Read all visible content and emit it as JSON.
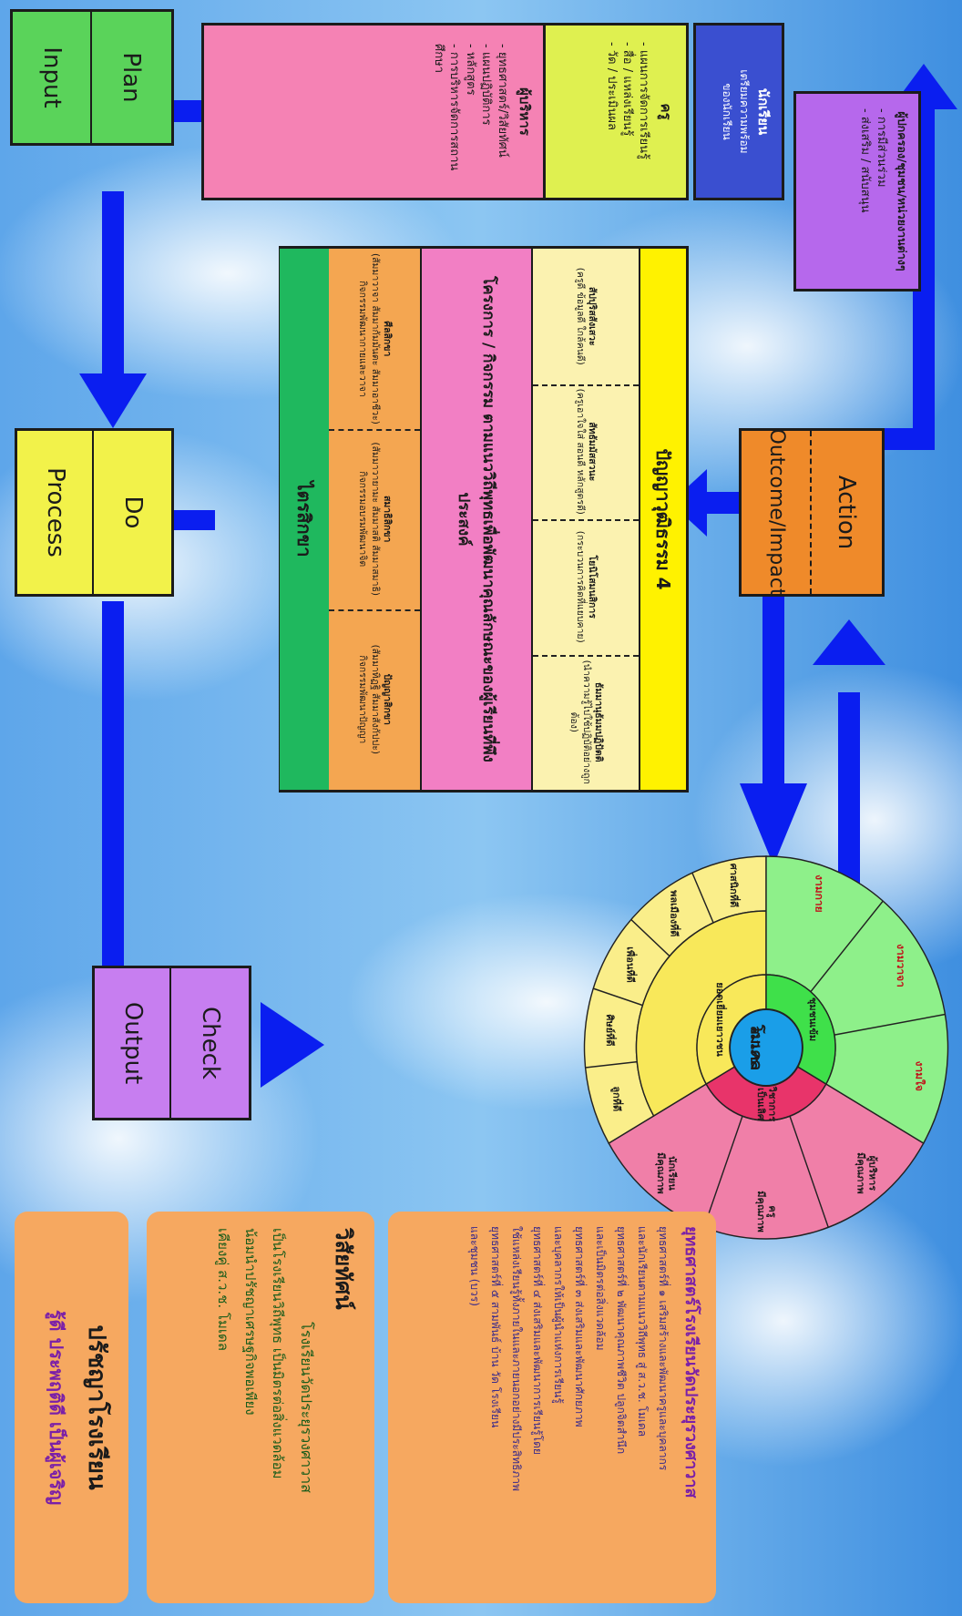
{
  "pdca": {
    "plan": "Plan",
    "input": "Input",
    "do": "Do",
    "process": "Process",
    "check": "Check",
    "output": "Output",
    "action": "Action",
    "outcome": "Outcome/Impact"
  },
  "inputs": {
    "admin": {
      "title": "ผู้บริหาร",
      "items": [
        "- ยุทธศาสตร์/วิสัยทัศน์",
        "- แผนปฏิบัติการ",
        "- หลักสูตร",
        "- การบริหารจัดการสถานศึกษา"
      ]
    },
    "teacher": {
      "title": "ครู",
      "items": [
        "- แผนการจัดการเรียนรู้",
        "- สื่อ / แหล่งเรียนรู้",
        "- วัด / ประเมินผล"
      ]
    },
    "student": {
      "title": "นักเรียน",
      "items": [
        "เตรียมความพร้อม",
        "ของนักเรียน"
      ]
    },
    "community": {
      "title": "ผู้ปกครอง/ชุมชน/หน่วยงานต่างๆ",
      "items": [
        "- การมีส่วนร่วม",
        "- ส่งเสริม / สนับสนุน"
      ]
    }
  },
  "process": {
    "header": "ไตรสิกขา",
    "trisikkha": [
      {
        "name": "ศีลสิกขา",
        "desc": "(สัมมาวาจา สัมมากัมมันตะ สัมมาอาชีวะ)",
        "activity": "กิจกรรมพัฒนากายและวาจา"
      },
      {
        "name": "สมาธิสิกขา",
        "desc": "(สัมมาวายามะ สัมมาสติ สัมมาสมาธิ)",
        "activity": "กิจกรรมอบรมพัฒนาจิต"
      },
      {
        "name": "ปัญญาสิกขา",
        "desc": "(สัมมาทิฏฐิ สัมมาสังกัปปะ)",
        "activity": "กิจกรรมพัฒนาปัญญา"
      }
    ],
    "projects": "โครงการ / กิจกรรม ตามแนววิถีพุทธเพื่อพัฒนาคุณลักษณะของผู้เรียนที่พึงประสงค์",
    "footer": "ปัญญาวุฒิธรรม 4",
    "panna": [
      {
        "name": "สัปปุริสสังเสวะ",
        "desc": "(ครูดี ข้อมูลดี ใกล้คนดี)"
      },
      {
        "name": "สัทธัมมัสสวนะ",
        "desc": "(ครูเอาใจใส่ สอนดี หลักสูตรดี)"
      },
      {
        "name": "โยนิโสมนสิการ",
        "desc": "(กระบวนการคิดที่แยบคาย)"
      },
      {
        "name": "ธัมมานุธัมมปฏิปัตติ",
        "desc": "(นำความรู้ไปใช้ปฏิบัติอย่างถูกต้อง)"
      }
    ]
  },
  "wheel": {
    "center1": "ส.ว.ช.",
    "center2": "โมเดล",
    "inner": {
      "red": "วิชาการ\nเป็นเลิศ",
      "yellow": "ยอดเยี่ยมเยาวชน",
      "green": "ชุมชนเข้ม"
    },
    "middle": [
      "ผู้บริหาร\nมีคุณภาพ",
      "ครู\nมีคุณภาพ",
      "นักเรียน\nมีคุณภาพ",
      "งามกาย",
      "งามวาจา",
      "งามใจ"
    ],
    "outer": [
      "ลูกที่ดี",
      "ศิษย์ที่ดี",
      "เพื่อนที่ดี",
      "พลเมืองที่ดี",
      "ศาสนิกที่ดี"
    ]
  },
  "philosophy": {
    "title": "ปรัชญาโรงเรียน",
    "text": "รู้ดี ประพฤติดี เป็นผู้เจริญ"
  },
  "vision": {
    "title": "วิสัยทัศน์",
    "lines": [
      "โรงเรียนวัดประยุรวงศาวาส",
      "เป็นโรงเรียนวิถีพุทธ เป็นมิตรต่อสิ่งแวดล้อม",
      "น้อมนำปรัชญาเศรษฐกิจพอเพียง",
      "เคียงคู่ ส.ว.ช. โมเดล"
    ]
  },
  "strategy": {
    "title": "ยุทธศาสตร์โรงเรียนวัดประยุรวงศาวาส",
    "lines": [
      "ยุทธศาสตร์ที่ ๑ เสริมสร้างและพัฒนาครูและบุคลากร",
      "และนักเรียนตามแนววิถีพุทธ สู่ ส.ว.ช. โมเดล",
      "ยุทธศาสตร์ที่ ๒ พัฒนาคุณภาพชีวิต ปลูกจิตสำนึก",
      "และเป็นมิตรต่อสิ่งแวดล้อม",
      "ยุทธศาสตร์ที่ ๓ ส่งเสริมและพัฒนาศักยภาพ",
      "และบุคลากรให้เป็นผู้นำแห่งการเรียนรู้",
      "ยุทธศาสตร์ที่ ๔ ส่งเสริมและพัฒนาการเรียนรู้โดย",
      "ใช้แหล่งเรียนรู้ทั้งภายในและภายนอกอย่างมีประสิทธิภาพ",
      "ยุทธศาสตร์ที่ ๕ สามพันธ์ บ้าน วัด โรงเรียน",
      "และชุมชน (บวร)"
    ]
  },
  "colors": {
    "arrow": "#0a1ef0",
    "plan": "#5ad35a",
    "do": "#f2f24a",
    "check": "#c77ef0",
    "action": "#ef8a2a",
    "admin": "#f582b4",
    "teacher": "#dff050",
    "student": "#3a4fd0",
    "community": "#b668ec",
    "trisikkha_header": "#1fb85e",
    "trisikkha_cells": "#f4a651",
    "projects": "#f27fc4",
    "panna": "#fbf2b0",
    "panna_footer": "#fff200",
    "wheel_red": "#e8346a",
    "wheel_pink": "#f07fa8",
    "wheel_yellow": "#f8e85a",
    "wheel_outer_yellow": "#faee8a",
    "wheel_green": "#3fe04a",
    "wheel_green_light": "#8ef08a",
    "wheel_center": "#1a9ee8",
    "info_box": "#f6a860",
    "info_title": "#7a1fa8",
    "info_text": "#1a5c1a"
  }
}
